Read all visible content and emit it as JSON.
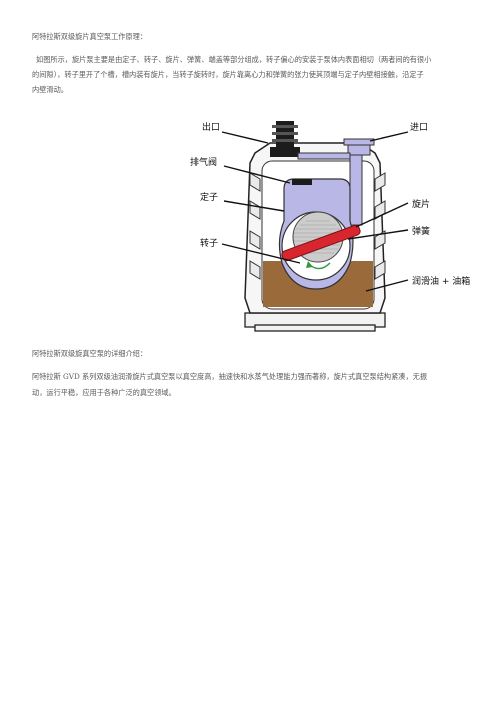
{
  "heading_principle": "阿特拉斯双级旋片真空泵工作原理：",
  "paragraph_principle_1": "如图所示，旋片泵主要是由定子、转子、旋片、弹簧、端盖等部分组成，转子偏心的安装于泵体内表面相切（两者间的有很小",
  "paragraph_principle_2": "的间隙），转子里开了个槽，槽内装有旋片，当转子旋转时，旋片靠离心力和弹簧的张力使其顶端与定子内壁相接触，沿定子",
  "paragraph_principle_3": "内壁滑动。",
  "diagram": {
    "labels": {
      "outlet": "出口",
      "inlet": "进口",
      "exhaust_valve": "排气阀",
      "stator": "定子",
      "vane": "旋片",
      "spring": "弹簧",
      "rotor": "转子",
      "oil": "润滑油 + 油箱"
    },
    "colors": {
      "stator": "#b9b7e6",
      "oil": "#9a6a3a",
      "vane": "#d8262f",
      "rotor": "#cccccc",
      "body": "#f4f4f4",
      "arrow": "#2e9a3c"
    }
  },
  "heading_intro": "阿特拉斯双级旋真空泵的详细介绍：",
  "paragraph_intro_1": "阿特拉斯 GVD 系列双级油润滑旋片式真空泵以真空度高，抽速快和水蒸气处理能力强而著称，旋片式真空泵结构紧凑，无振",
  "paragraph_intro_2": "动，运行平稳，应用于各种广泛的真空领域。"
}
